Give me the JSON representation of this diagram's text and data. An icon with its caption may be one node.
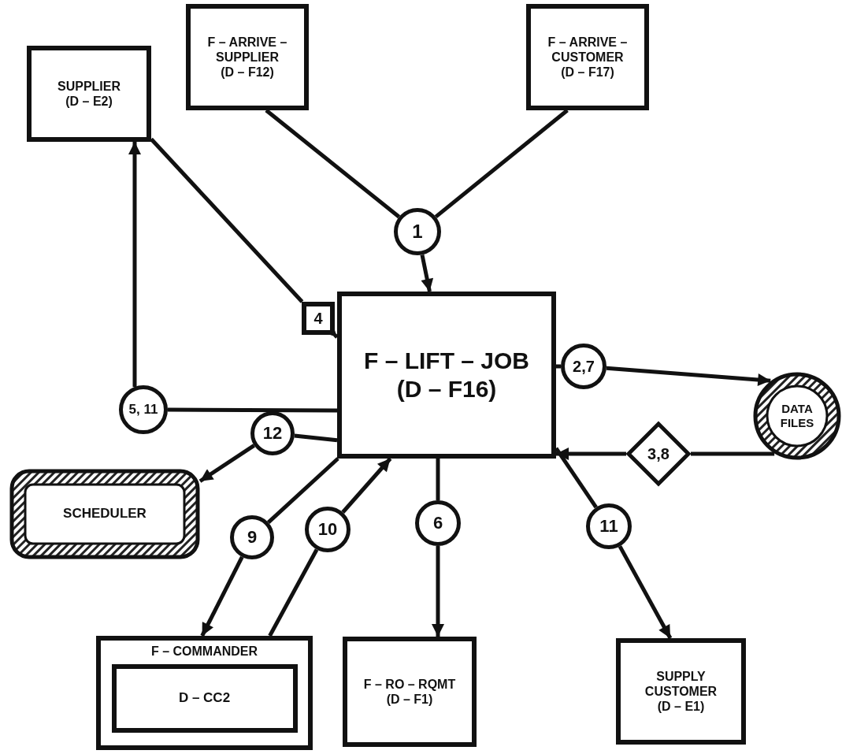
{
  "diagram": {
    "nodes": [
      {
        "text": [
          "F – ARRIVE – SUPPLIER",
          "(D – F12)"
        ]
      },
      {
        "text": [
          "F – ARRIVE – CUSTOMER",
          "(D – F17)"
        ]
      },
      {
        "text": [
          "SUPPLIER",
          "(D – E2)"
        ]
      },
      {
        "text": [
          "1"
        ]
      },
      {
        "text": [
          "4"
        ]
      },
      {
        "text": [
          "F – LIFT – JOB",
          "(D – F16)"
        ]
      },
      {
        "text": [
          "2,7"
        ]
      },
      {
        "text": [
          "DATA FILES"
        ]
      },
      {
        "text": [
          "5, 11"
        ]
      },
      {
        "text": [
          "3,8"
        ]
      },
      {
        "text": [
          "12"
        ]
      },
      {
        "text": [
          "SCHEDULER"
        ]
      },
      {
        "text": [
          "9"
        ]
      },
      {
        "text": [
          "10"
        ]
      },
      {
        "text": [
          "6"
        ]
      },
      {
        "text": [
          "11"
        ]
      },
      {
        "text": [
          "F – COMMANDER"
        ]
      },
      {
        "text": [
          "D – CC2"
        ],
        "in": 16
      },
      {
        "text": [
          "F – RO – RQMT",
          "(D – F1)"
        ]
      },
      {
        "text": [
          "SUPPLY CUSTOMER",
          "(D – E1)"
        ]
      }
    ],
    "edges": [
      {
        "from": 0,
        "to": 3,
        "arrow": "none"
      },
      {
        "from": 1,
        "to": 3,
        "arrow": "none"
      },
      {
        "from": 3,
        "to": 5,
        "arrow": "to"
      },
      {
        "from": 2,
        "to": 4,
        "arrow": "none"
      },
      {
        "from": 4,
        "to": 5,
        "arrow": "to"
      },
      {
        "from": 5,
        "to": 8,
        "arrow": "none"
      },
      {
        "from": 8,
        "to": 2,
        "arrow": "to"
      },
      {
        "from": 5,
        "to": 6,
        "arrow": "none"
      },
      {
        "from": 6,
        "to": 7,
        "arrow": "to"
      },
      {
        "from": 7,
        "to": 9,
        "arrow": "none"
      },
      {
        "from": 9,
        "to": 5,
        "arrow": "to"
      },
      {
        "from": 5,
        "to": 10,
        "arrow": "none"
      },
      {
        "from": 10,
        "to": 11,
        "arrow": "to"
      },
      {
        "from": 5,
        "to": 12,
        "arrow": "none"
      },
      {
        "from": 12,
        "to": 16,
        "arrow": "to"
      },
      {
        "from": 16,
        "to": 13,
        "arrow": "none"
      },
      {
        "from": 13,
        "to": 5,
        "arrow": "to"
      },
      {
        "from": 5,
        "to": 14,
        "arrow": "none"
      },
      {
        "from": 14,
        "to": 18,
        "arrow": "to"
      },
      {
        "from": 5,
        "to": 15,
        "arrow": "none"
      },
      {
        "from": 15,
        "to": 19,
        "arrow": "to"
      }
    ]
  }
}
